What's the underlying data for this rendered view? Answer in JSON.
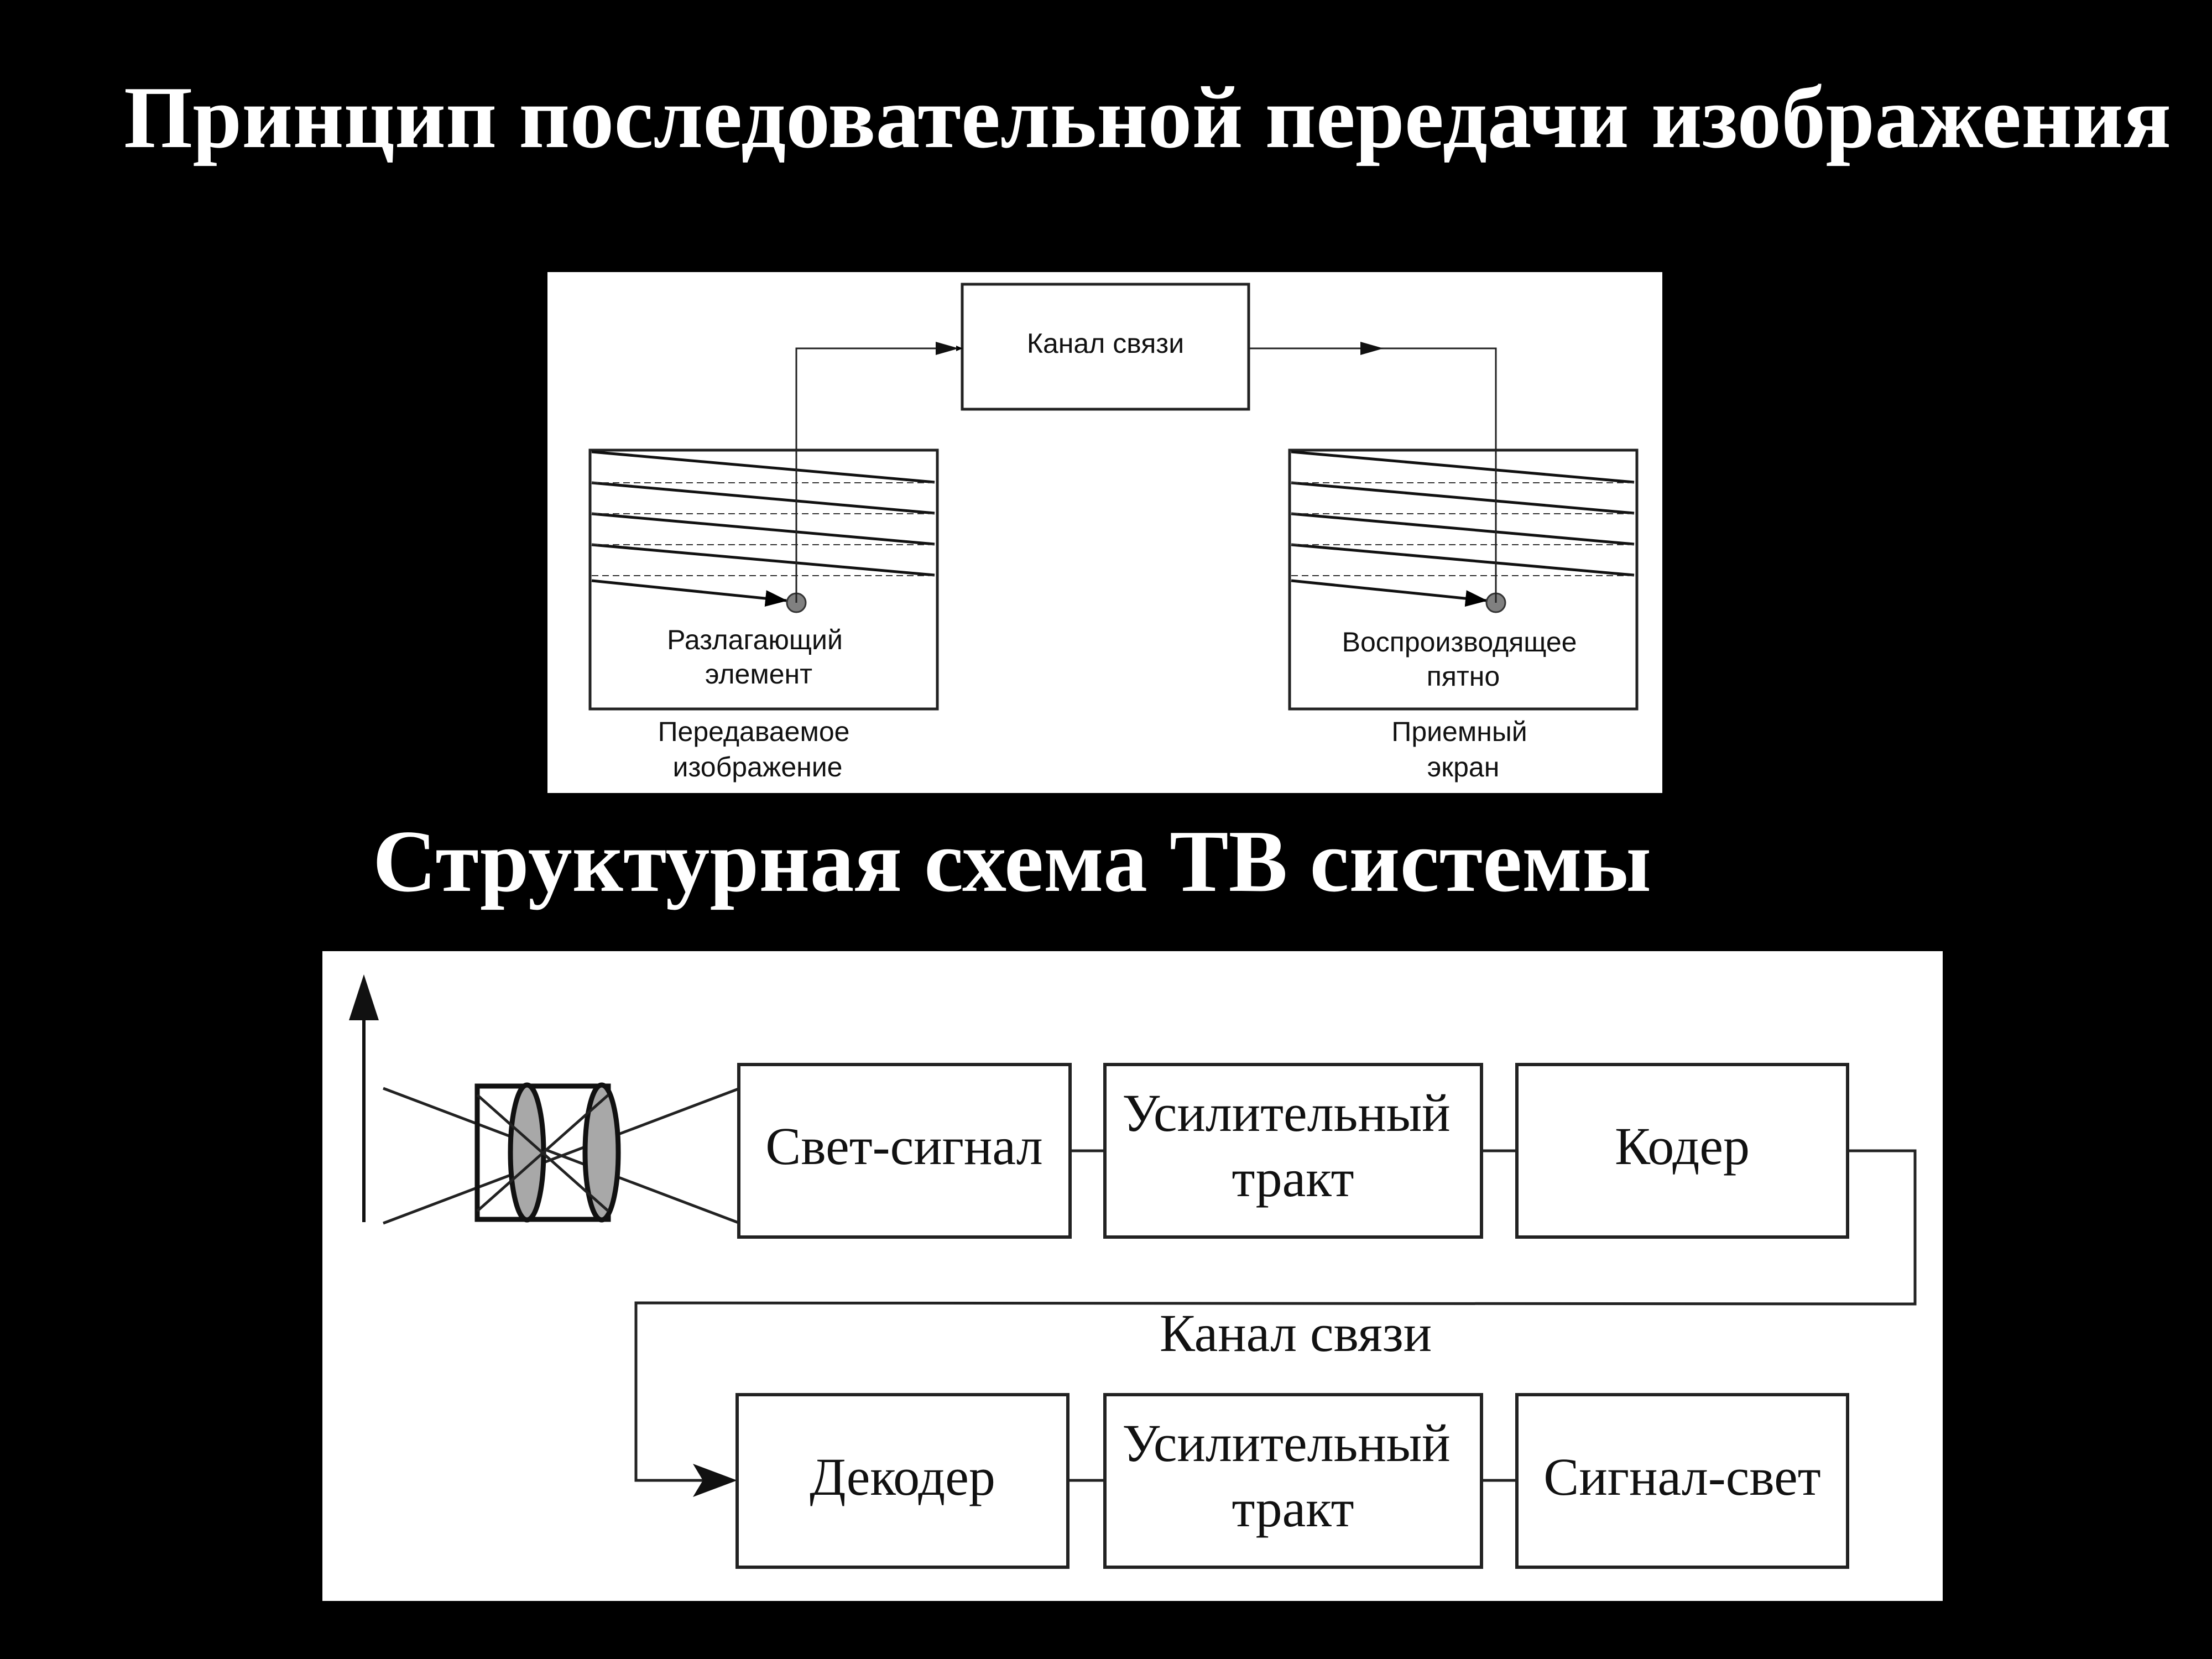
{
  "titles": {
    "principle": "Принцип последовательной передачи изображения",
    "structure": "Структурная схема ТВ системы"
  },
  "diagram1": {
    "channel": "Канал связи",
    "scanning_element": [
      "Разлагающий",
      "элемент"
    ],
    "transmitted_image": [
      "Передаваемое",
      "изображение"
    ],
    "reproducing_spot": [
      "Воспроизводящее",
      "пятно"
    ],
    "receiving_screen": [
      "Приемный",
      "экран"
    ]
  },
  "diagram2": {
    "light_signal": "Свет-сигнал",
    "amplifier1": [
      "Усилительный",
      "тракт"
    ],
    "coder": "Кодер",
    "channel": "Канал связи",
    "decoder": "Декодер",
    "amplifier2": [
      "Усилительный",
      "тракт"
    ],
    "signal_light": "Сигнал-свет"
  }
}
